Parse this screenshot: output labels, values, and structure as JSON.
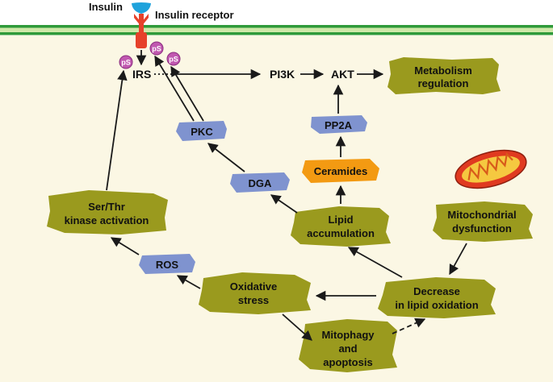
{
  "labels": {
    "insulin": "Insulin",
    "insulin_receptor": "Insulin receptor",
    "irs": "IRS",
    "ps": "pS",
    "pi3k": "PI3K",
    "akt": "AKT",
    "pp2a": "PP2A",
    "pkc": "PKC",
    "dga": "DGA",
    "ros": "ROS",
    "ceramides": "Ceramides"
  },
  "boxes": {
    "metabolism": [
      "Metabolism",
      "regulation"
    ],
    "ser_thr": [
      "Ser/Thr",
      "kinase activation"
    ],
    "lipid_accumulation": [
      "Lipid",
      "accumulation"
    ],
    "mitochondrial_dysfunction": [
      "Mitochondrial",
      "dysfunction"
    ],
    "oxidative_stress": [
      "Oxidative",
      "stress"
    ],
    "decrease_lipid_oxidation": [
      "Decrease",
      "in lipid oxidation"
    ],
    "mitophagy": [
      "Mitophagy",
      "and",
      "apoptosis"
    ]
  },
  "colors": {
    "cytoplasm": "#fbf7e4",
    "membrane": "#2f9a3a",
    "olive_box": "#9a9a1e",
    "blue_box": "#7f93cf",
    "orange_box": "#f39a12",
    "ps_circle": "#c158b0",
    "insulin": "#1fa3dc",
    "receptor": "#e6412a",
    "mitochondrion": "#e03a20"
  }
}
